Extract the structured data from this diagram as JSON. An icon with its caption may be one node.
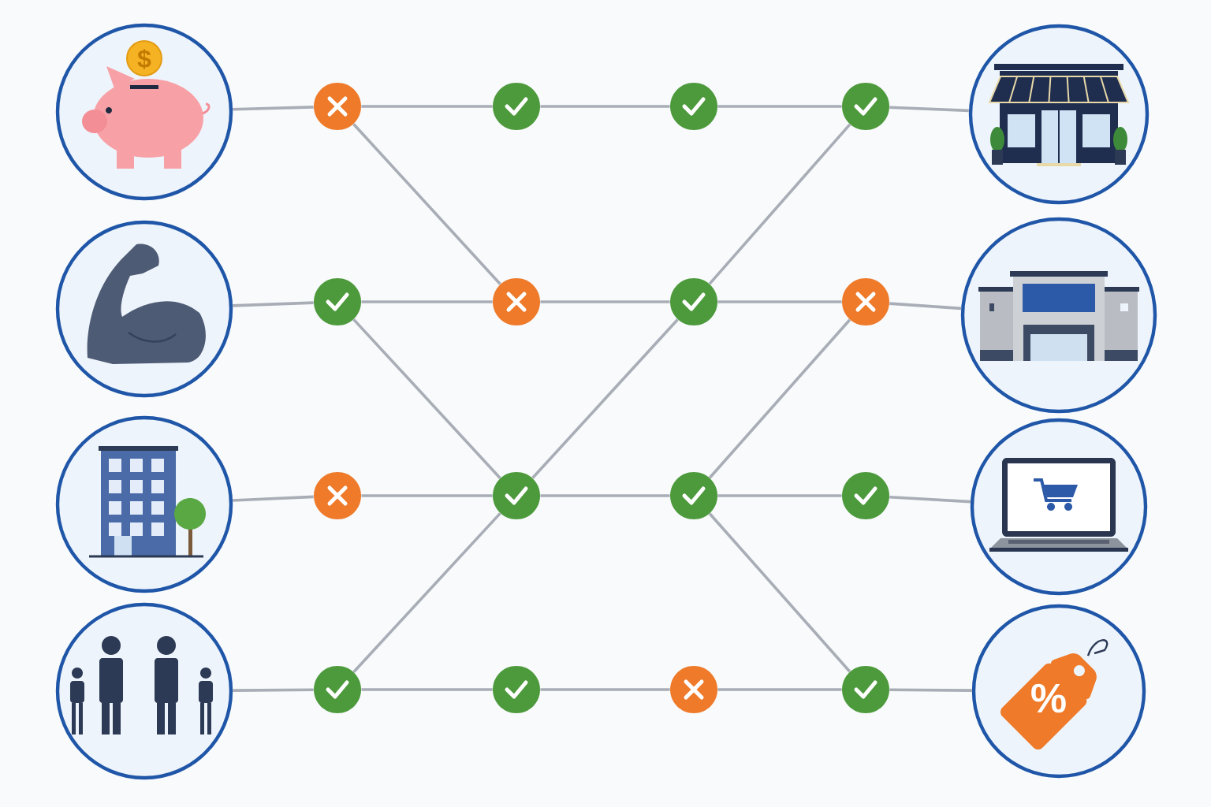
{
  "diagram": {
    "nodes": [
      {
        "text": [],
        "shape": "picture"
      },
      {
        "text": [],
        "shape": "cross"
      },
      {
        "text": [],
        "shape": "check"
      },
      {
        "text": [],
        "shape": "check"
      },
      {
        "text": [],
        "shape": "check"
      },
      {
        "text": [],
        "shape": "picture"
      },
      {
        "text": [],
        "shape": "picture"
      },
      {
        "text": [],
        "shape": "check"
      },
      {
        "text": [],
        "shape": "cross"
      },
      {
        "text": [],
        "shape": "check"
      },
      {
        "text": [],
        "shape": "cross"
      },
      {
        "text": [],
        "shape": "picture"
      },
      {
        "text": [],
        "shape": "picture"
      },
      {
        "text": [],
        "shape": "cross"
      },
      {
        "text": [],
        "shape": "check"
      },
      {
        "text": [],
        "shape": "check"
      },
      {
        "text": [],
        "shape": "check"
      },
      {
        "text": [],
        "shape": "picture"
      },
      {
        "text": [],
        "shape": "picture"
      },
      {
        "text": [],
        "shape": "check"
      },
      {
        "text": [],
        "shape": "check"
      },
      {
        "text": [],
        "shape": "cross"
      },
      {
        "text": [],
        "shape": "check"
      },
      {
        "text": [],
        "shape": "picture"
      }
    ],
    "edges": [
      {
        "from": 0,
        "to": 1,
        "arrow": "none"
      },
      {
        "from": 1,
        "to": 2,
        "arrow": "none"
      },
      {
        "from": 2,
        "to": 3,
        "arrow": "none"
      },
      {
        "from": 3,
        "to": 4,
        "arrow": "none"
      },
      {
        "from": 4,
        "to": 5,
        "arrow": "none"
      },
      {
        "from": 6,
        "to": 7,
        "arrow": "none"
      },
      {
        "from": 7,
        "to": 8,
        "arrow": "none"
      },
      {
        "from": 8,
        "to": 9,
        "arrow": "none"
      },
      {
        "from": 9,
        "to": 10,
        "arrow": "none"
      },
      {
        "from": 10,
        "to": 11,
        "arrow": "none"
      },
      {
        "from": 12,
        "to": 13,
        "arrow": "none"
      },
      {
        "from": 13,
        "to": 14,
        "arrow": "none"
      },
      {
        "from": 14,
        "to": 15,
        "arrow": "none"
      },
      {
        "from": 15,
        "to": 16,
        "arrow": "none"
      },
      {
        "from": 16,
        "to": 17,
        "arrow": "none"
      },
      {
        "from": 18,
        "to": 19,
        "arrow": "none"
      },
      {
        "from": 19,
        "to": 20,
        "arrow": "none"
      },
      {
        "from": 20,
        "to": 21,
        "arrow": "none"
      },
      {
        "from": 21,
        "to": 22,
        "arrow": "none"
      },
      {
        "from": 22,
        "to": 23,
        "arrow": "none"
      },
      {
        "from": 1,
        "to": 8,
        "arrow": "none"
      },
      {
        "from": 7,
        "to": 14,
        "arrow": "none"
      },
      {
        "from": 19,
        "to": 14,
        "arrow": "none"
      },
      {
        "from": 14,
        "to": 9,
        "arrow": "none"
      },
      {
        "from": 9,
        "to": 4,
        "arrow": "none"
      },
      {
        "from": 15,
        "to": 10,
        "arrow": "none"
      },
      {
        "from": 15,
        "to": 22,
        "arrow": "none"
      }
    ],
    "labels": [
      "$",
      "%"
    ]
  }
}
